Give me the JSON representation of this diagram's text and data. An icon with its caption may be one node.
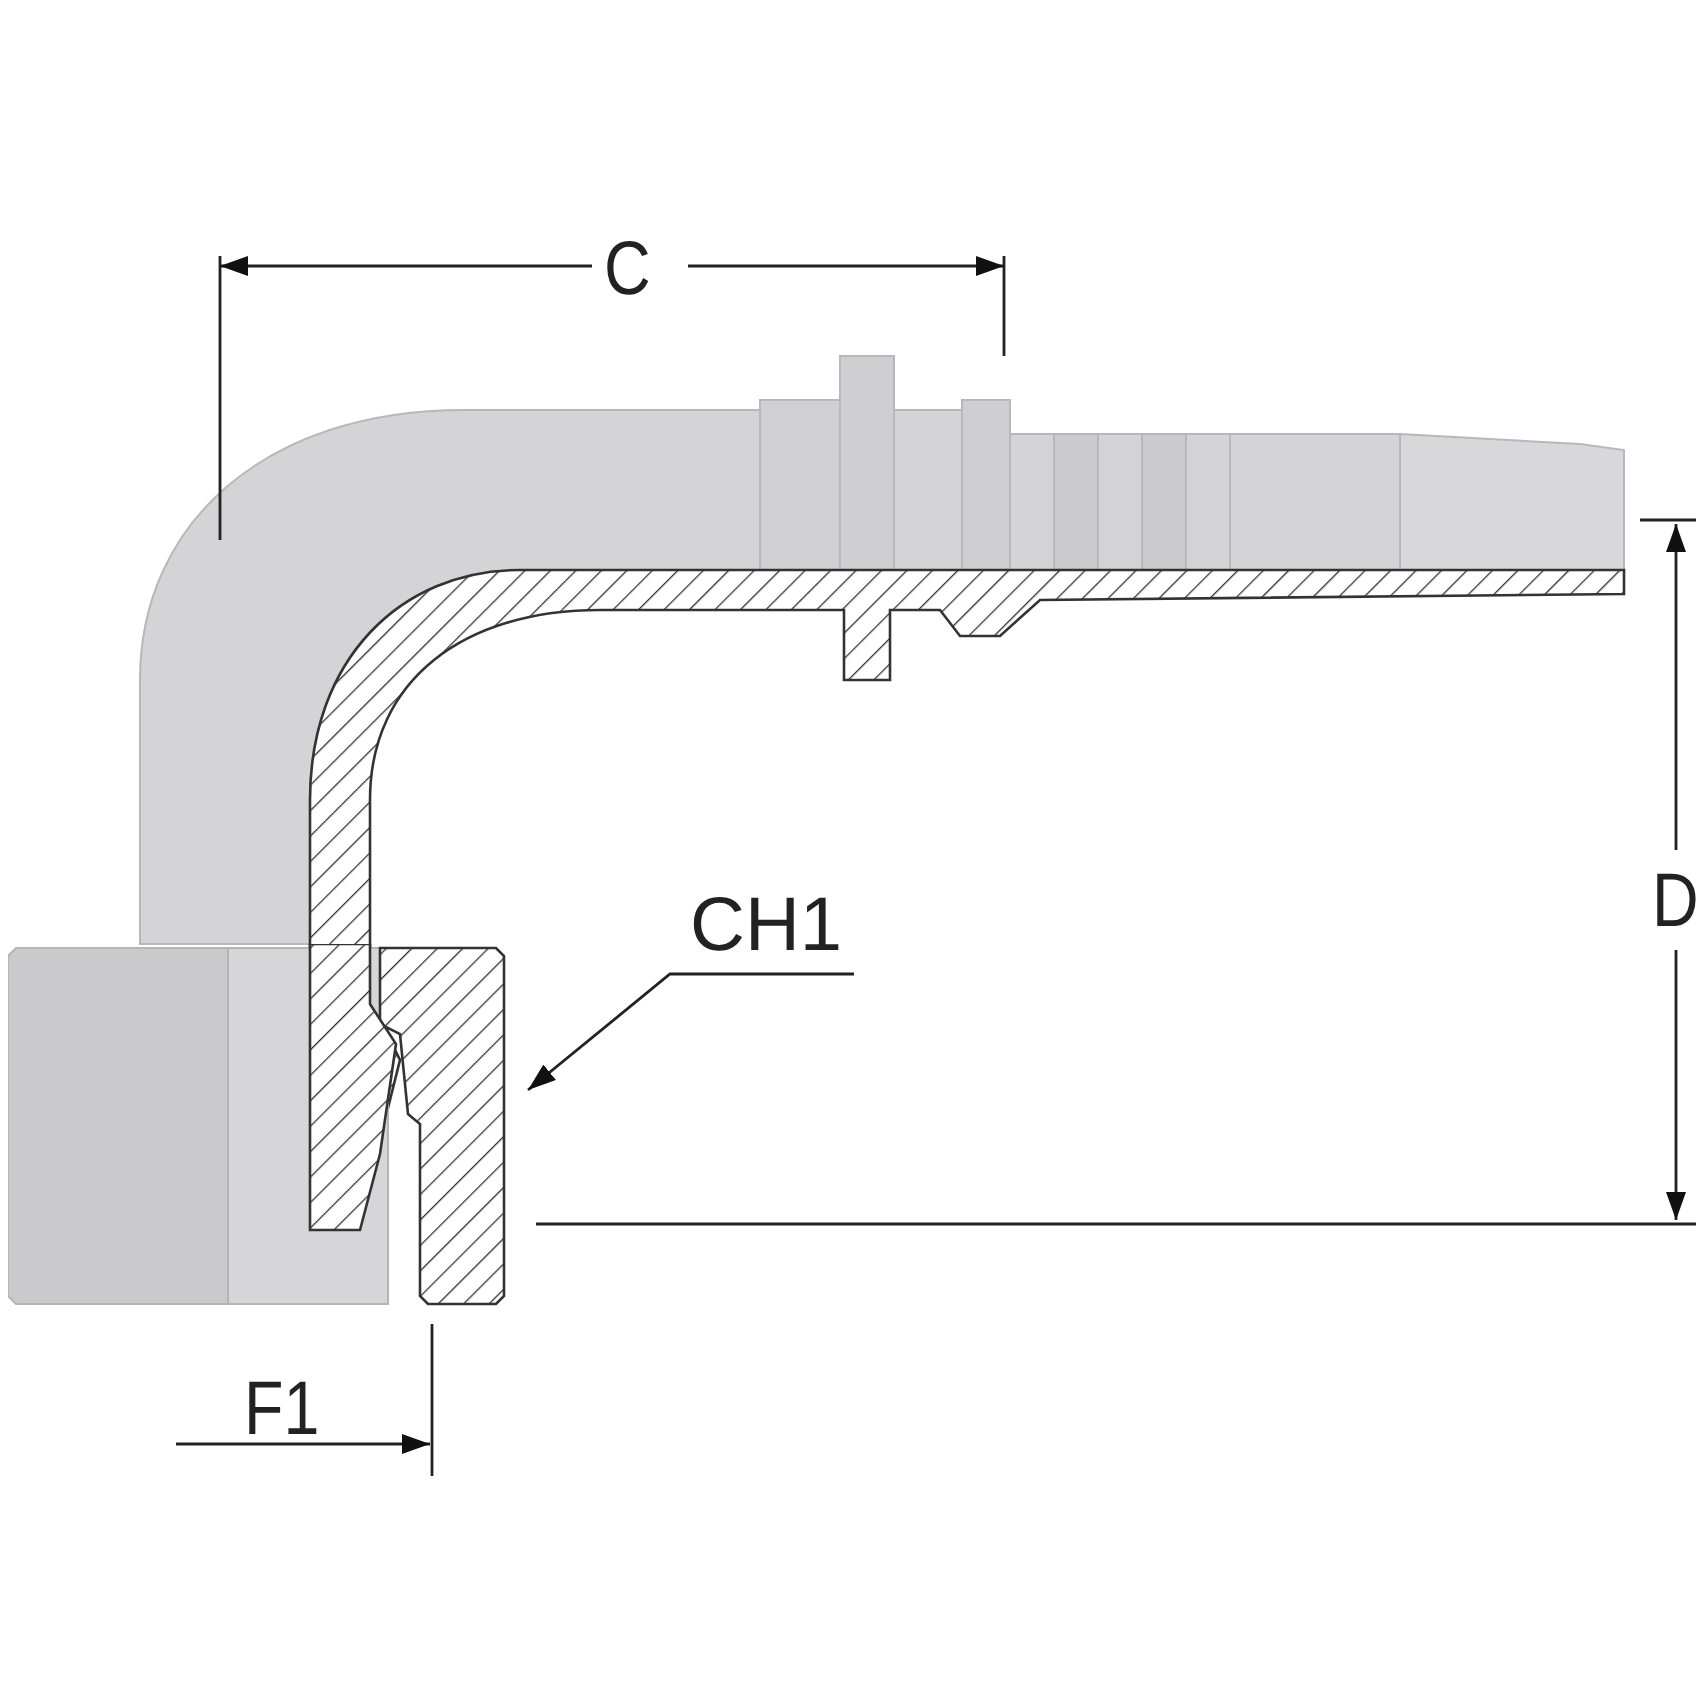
{
  "diagram": {
    "nodes": [
      {
        "text": [
          "CH1"
        ]
      },
      {
        "text": [],
        "shape": "picture"
      }
    ],
    "edges": [
      {
        "from": 0,
        "to": 1,
        "arrow": "to"
      }
    ],
    "labels": [
      "C",
      "D",
      "F1"
    ]
  }
}
